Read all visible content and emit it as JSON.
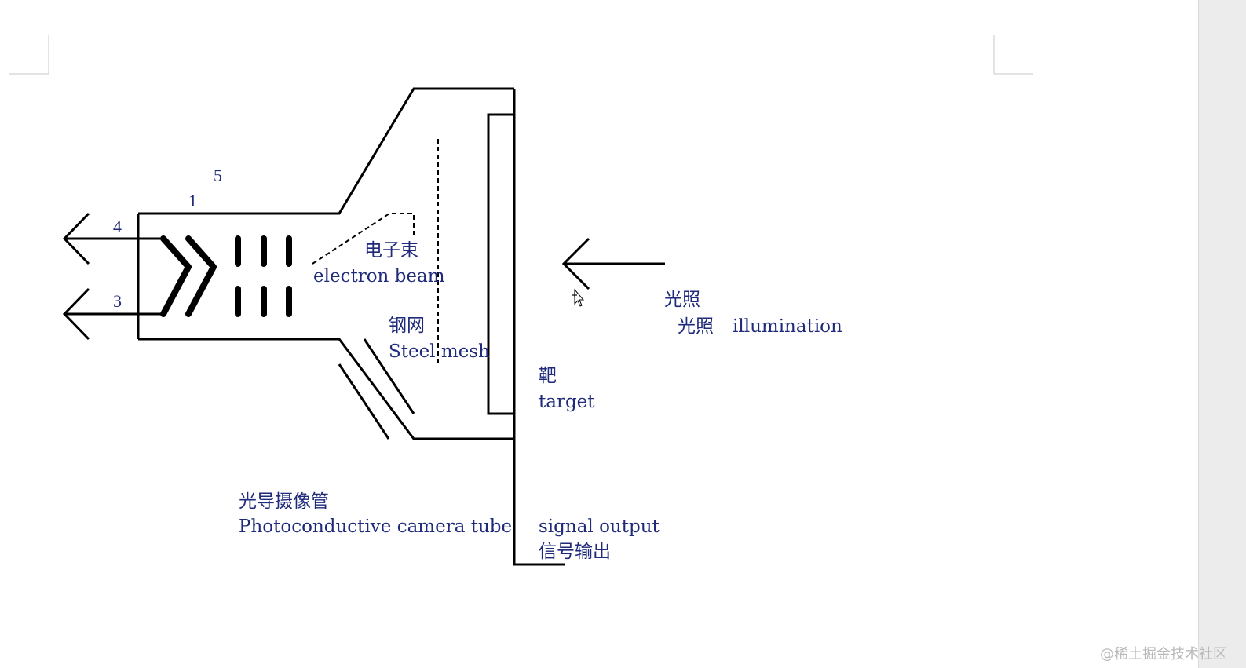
{
  "labels": {
    "num_5": "5",
    "num_1": "1",
    "num_4": "4",
    "num_3": "3",
    "electron_beam_cn": "电子束",
    "electron_beam_en": "electron beam",
    "steel_mesh_cn": "钢网",
    "steel_mesh_en": "Steel mesh",
    "target_cn": "靶",
    "target_en": "target",
    "illumination_cn_1": "光照",
    "illumination_cn_2": "光照",
    "illumination_en": "illumination",
    "tube_cn": "光导摄像管",
    "tube_en": "Photoconductive camera tube",
    "signal_en": "signal output",
    "signal_cn": "信号输出"
  },
  "watermark": "@稀土掘金技术社区",
  "colors": {
    "label": "#1f2a7a",
    "line": "#000000",
    "page_margin_marks": "#c8c8c8"
  },
  "icons": {
    "cursor": "move-cursor-icon"
  }
}
